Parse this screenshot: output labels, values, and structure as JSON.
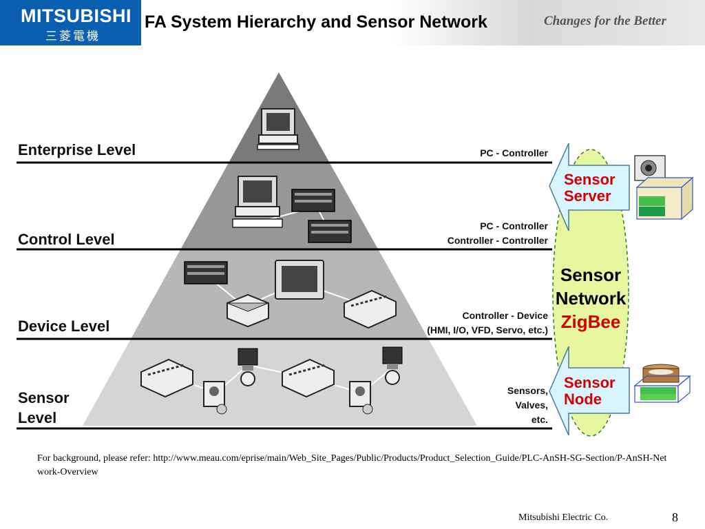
{
  "header": {
    "logo_text": "MITSUBISHI",
    "logo_japanese": "三菱電機",
    "title": "FA System Hierarchy and Sensor Network",
    "tagline": "Changes for the Better",
    "brand_color": "#0a5fb0"
  },
  "levels": [
    {
      "name": "Enterprise Level",
      "connection": [
        "PC - Controller"
      ]
    },
    {
      "name": "Control Level",
      "connection": [
        "PC - Controller",
        "Controller - Controller"
      ]
    },
    {
      "name": "Device Level",
      "connection": [
        "Controller - Device",
        "(HMI, I/O, VFD, Servo, etc.)"
      ]
    },
    {
      "name": [
        "Sensor",
        "Level"
      ],
      "connection": [
        "Sensors,",
        "Valves,",
        "etc."
      ]
    }
  ],
  "network": {
    "server": [
      "Sensor",
      "Server"
    ],
    "network": [
      "Sensor",
      "Network"
    ],
    "protocol": "ZigBee",
    "node": [
      "Sensor",
      "Node"
    ],
    "highlight_color": "#d40000",
    "network_fill": "#e6f7a0",
    "arrow_fill": "#d8f4ff"
  },
  "note": "For background, please refer: http://www.meau.com/eprise/main/Web_Site_Pages/Public/Products/Product_Selection_Guide/PLC-AnSH-SG-Section/P-AnSH-Network-Overview",
  "footer": {
    "company": "Mitsubishi Electric Co.",
    "page": "8"
  }
}
